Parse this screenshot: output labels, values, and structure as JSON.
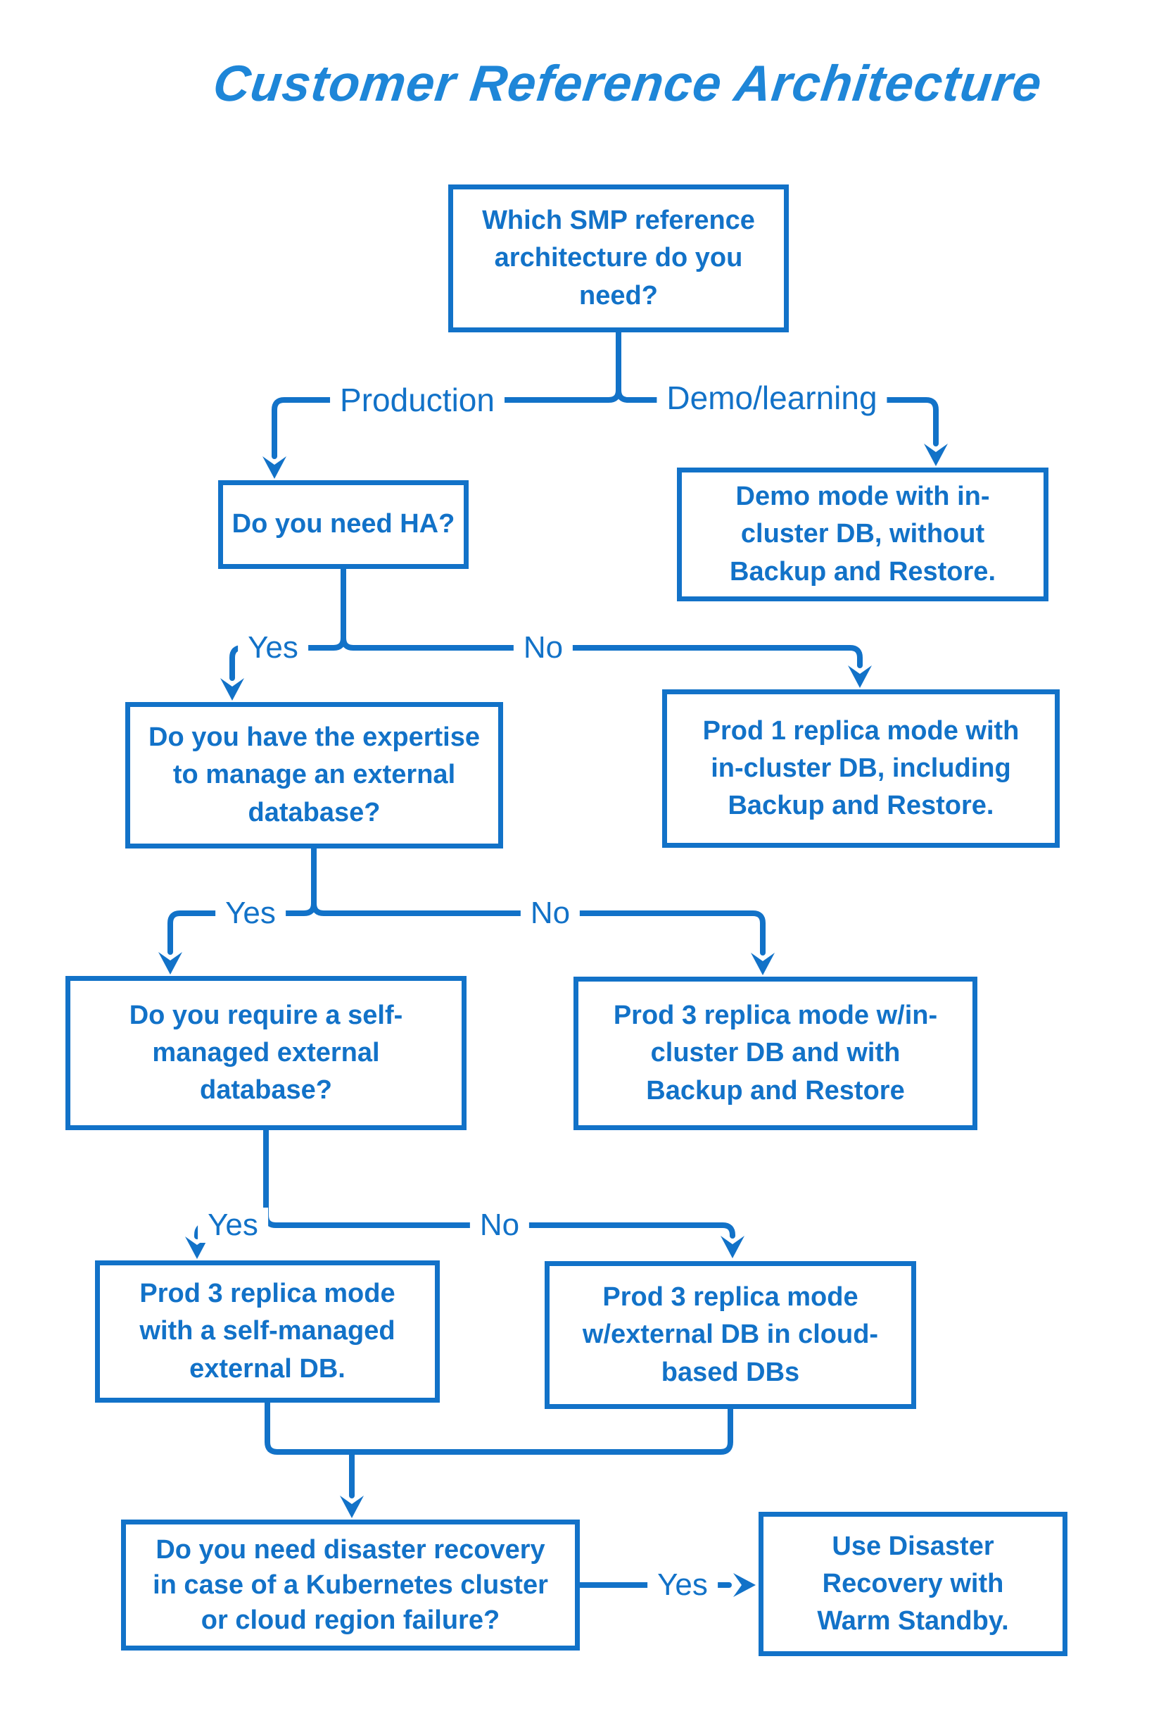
{
  "title": "Customer Reference Architecture",
  "colors": {
    "diagram_blue": "#1272C8",
    "title_blue": "#1E86D8",
    "background": "#FFFFFF"
  },
  "nodes": {
    "root": "Which SMP reference\narchitecture do you\nneed?",
    "need_ha": "Do you need HA?",
    "demo_mode": "Demo mode with in-\ncluster DB, without\nBackup and Restore.",
    "expertise": "Do you have the expertise\nto manage an external\ndatabase?",
    "prod1_incluster": "Prod 1 replica mode with\nin-cluster DB, including\nBackup and Restore.",
    "self_managed_question": "Do you require a self-\nmanaged external\ndatabase?",
    "prod3_incluster": "Prod 3 replica mode w/in-\ncluster DB and with\nBackup and Restore",
    "prod3_self_managed": "Prod 3 replica mode\nwith a self-managed\nexternal DB.",
    "prod3_cloud": "Prod 3 replica mode\nw/external DB in cloud-\nbased DBs",
    "dr_question": "Do you need disaster recovery\nin case of a Kubernetes cluster\nor cloud region failure?",
    "dr_warm_standby": "Use Disaster\nRecovery with\nWarm Standby."
  },
  "edges": {
    "production": "Production",
    "demo_learning": "Demo/learning",
    "ha_yes": "Yes",
    "ha_no": "No",
    "expertise_yes": "Yes",
    "expertise_no": "No",
    "self_managed_yes": "Yes",
    "self_managed_no": "No",
    "dr_yes": "Yes"
  }
}
